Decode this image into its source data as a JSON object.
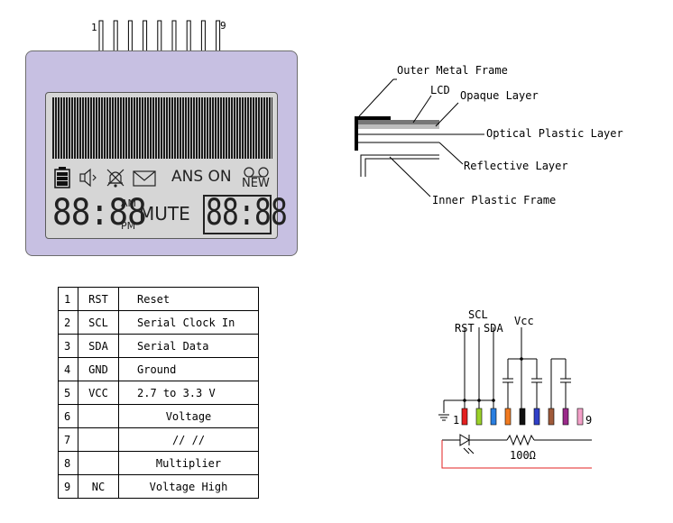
{
  "module": {
    "pin_first": "1",
    "pin_last": "9",
    "icons": [
      "battery-icon",
      "speaker-icon",
      "bell-off-icon",
      "envelope-icon",
      "tape-icon"
    ],
    "ans_on": "ANS ON",
    "new": "NEW",
    "clock_left": "88:88",
    "am": "AM",
    "pm": "PM",
    "mute": "MUTE",
    "clock_right": "88:88"
  },
  "layers": {
    "outer_metal_frame": "Outer Metal Frame",
    "lcd": "LCD",
    "opaque_layer": "Opaque Layer",
    "optical_plastic_layer": "Optical Plastic Layer",
    "reflective_layer": "Reflective Layer",
    "inner_plastic_frame": "Inner Plastic Frame"
  },
  "pin_table": {
    "rows": [
      {
        "num": "1",
        "sym": "RST",
        "desc": "Reset"
      },
      {
        "num": "2",
        "sym": "SCL",
        "desc": "Serial Clock In"
      },
      {
        "num": "3",
        "sym": "SDA",
        "desc": "Serial Data"
      },
      {
        "num": "4",
        "sym": "GND",
        "desc": "Ground"
      },
      {
        "num": "5",
        "sym": "VCC",
        "desc": "2.7 to 3.3 V"
      },
      {
        "num": "6",
        "sym": "",
        "desc": "Voltage"
      },
      {
        "num": "7",
        "sym": "",
        "desc": "//      //"
      },
      {
        "num": "8",
        "sym": "",
        "desc": "Multiplier"
      },
      {
        "num": "9",
        "sym": "NC",
        "desc": "Voltage High"
      }
    ]
  },
  "schematic": {
    "scl": "SCL",
    "rst": "RST",
    "sda": "SDA",
    "vcc": "Vcc",
    "pin_first": "1",
    "pin_last": "9",
    "resistor": "100Ω",
    "pin_colors": [
      "#e32020",
      "#9bd12a",
      "#2a7fe0",
      "#f07a20",
      "#111111",
      "#3040c8",
      "#a05a3a",
      "#9b2a8a",
      "#f3a0c8"
    ]
  }
}
